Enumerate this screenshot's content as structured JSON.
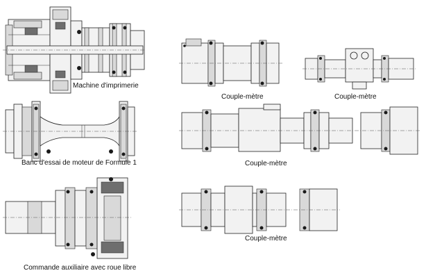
{
  "captions": {
    "printing_machine": "Machine d'imprimerie",
    "formula1_bench": "Banc d'essai de moteur de Formule 1",
    "auxiliary_drive": "Commande auxiliaire avec roue libre",
    "torque_meter_1": "Couple-mètre",
    "torque_meter_2": "Couple-mètre",
    "torque_meter_3": "Couple-mètre",
    "torque_meter_4": "Couple-mètre"
  }
}
